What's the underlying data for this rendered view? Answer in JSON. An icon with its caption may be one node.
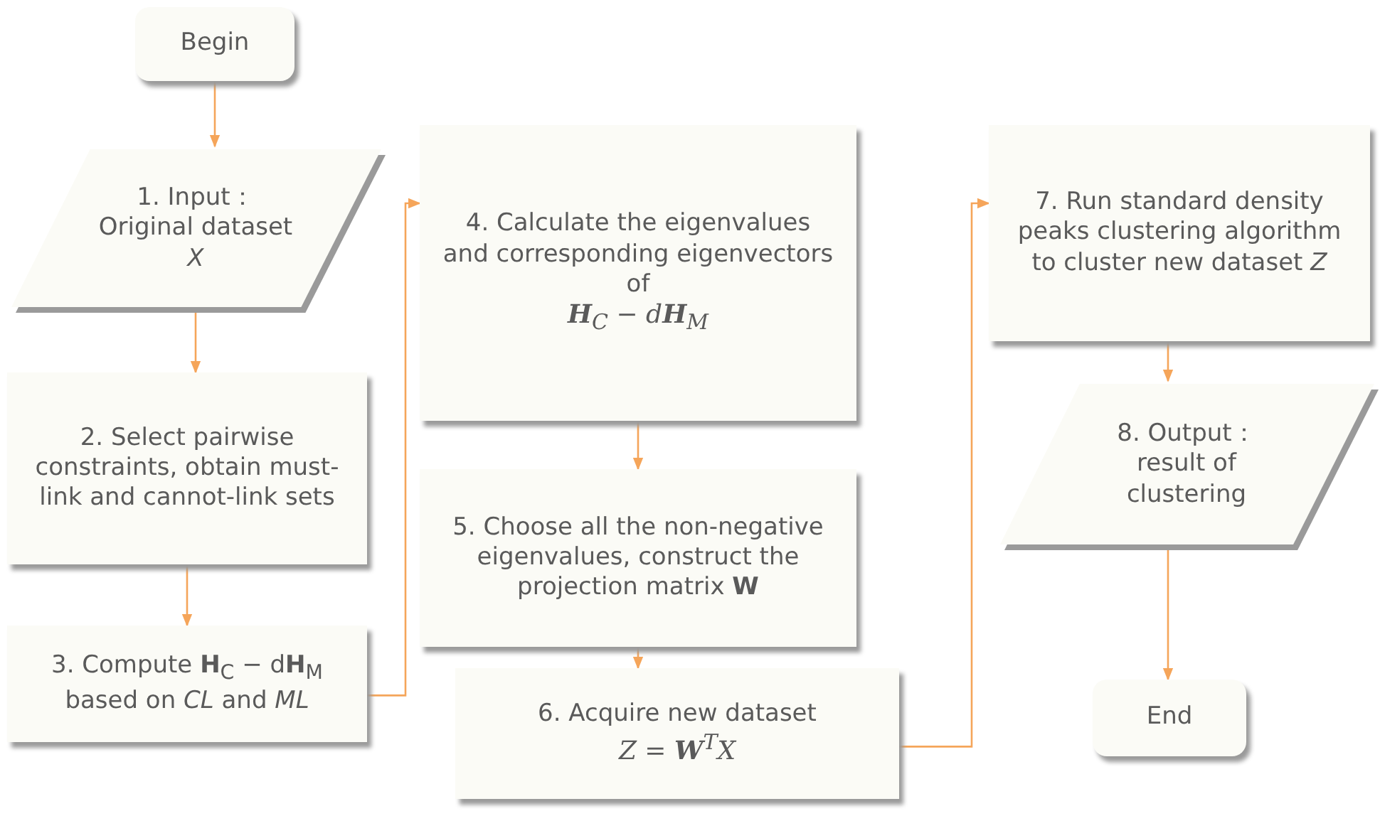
{
  "diagram": {
    "nodes": [
      {
        "text": [
          "Begin"
        ]
      },
      {
        "text": [
          "1. Input： Original dataset *X*"
        ]
      },
      {
        "text": [
          "2. Select pairwise constraints, obtain must-link and cannot-link sets"
        ]
      },
      {
        "text": [
          "3. Compute **H**$_{C}$ − d**H**$_{M}$ based on *CL* and *ML*"
        ]
      },
      {
        "text": [
          "4. Calculate the eigenvalues and corresponding eigenvectors of",
          "**H**$_{C}$ − d**H**$_{M}$"
        ]
      },
      {
        "text": [
          "5. Choose all the non-negative eigenvalues, construct the projection matrix **W**"
        ]
      },
      {
        "text": [
          "6. Acquire new dataset",
          "Z = **W**$^{T}$X"
        ]
      },
      {
        "text": [
          "7. Run standard density peaks clustering algorithm to cluster new dataset *Z*"
        ]
      },
      {
        "text": [
          "8. Output： result of clustering"
        ]
      },
      {
        "text": [
          "End"
        ]
      }
    ],
    "edges": [
      {
        "from": 0,
        "to": 1,
        "arrow": "to"
      },
      {
        "from": 1,
        "to": 2,
        "arrow": "to"
      },
      {
        "from": 2,
        "to": 3,
        "arrow": "to"
      },
      {
        "from": 3,
        "to": 4,
        "arrow": "to"
      },
      {
        "from": 4,
        "to": 5,
        "arrow": "to"
      },
      {
        "from": 5,
        "to": 6,
        "arrow": "to"
      },
      {
        "from": 6,
        "to": 7,
        "arrow": "to"
      },
      {
        "from": 7,
        "to": 8,
        "arrow": "to"
      },
      {
        "from": 8,
        "to": 9,
        "arrow": "to"
      }
    ]
  }
}
